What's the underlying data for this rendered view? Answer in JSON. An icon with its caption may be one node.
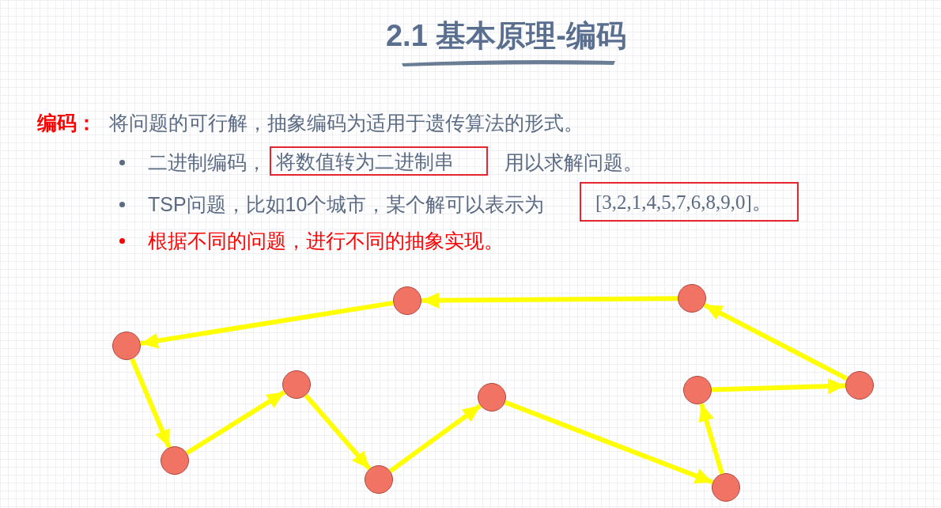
{
  "diagram": {
    "title": "2.1 基本原理-编码",
    "nodes": [
      {
        "text": [
          "将数值转为二进制串"
        ]
      },
      {
        "text": [
          "[3,2,1,4,5,7,6,8,9,0]。"
        ]
      },
      {
        "text": [],
        "shape": "circle"
      },
      {
        "text": [],
        "shape": "circle"
      },
      {
        "text": [],
        "shape": "circle"
      },
      {
        "text": [],
        "shape": "circle"
      },
      {
        "text": [],
        "shape": "circle"
      },
      {
        "text": [],
        "shape": "circle"
      },
      {
        "text": [],
        "shape": "circle"
      },
      {
        "text": [],
        "shape": "circle"
      },
      {
        "text": [],
        "shape": "circle"
      },
      {
        "text": [],
        "shape": "circle"
      }
    ],
    "edges": [
      {
        "from": 8,
        "to": 6,
        "arrow": "to"
      },
      {
        "from": 6,
        "to": 2,
        "arrow": "to"
      },
      {
        "from": 2,
        "to": 3,
        "arrow": "to"
      },
      {
        "from": 3,
        "to": 4,
        "arrow": "to"
      },
      {
        "from": 4,
        "to": 5,
        "arrow": "to"
      },
      {
        "from": 5,
        "to": 7,
        "arrow": "to"
      },
      {
        "from": 7,
        "to": 10,
        "arrow": "to"
      },
      {
        "from": 10,
        "to": 9,
        "arrow": "to"
      },
      {
        "from": 9,
        "to": 11,
        "arrow": "to"
      },
      {
        "from": 11,
        "to": 8,
        "arrow": "to"
      }
    ],
    "labels": [
      "编码：",
      "将问题的可行解，抽象编码为适用于遗传算法的形式。",
      "二进制编码，",
      "用以求解问题。",
      "TSP问题，比如10个城市，某个解可以表示为",
      "根据不同的问题，进行不同的抽象实现。"
    ]
  }
}
